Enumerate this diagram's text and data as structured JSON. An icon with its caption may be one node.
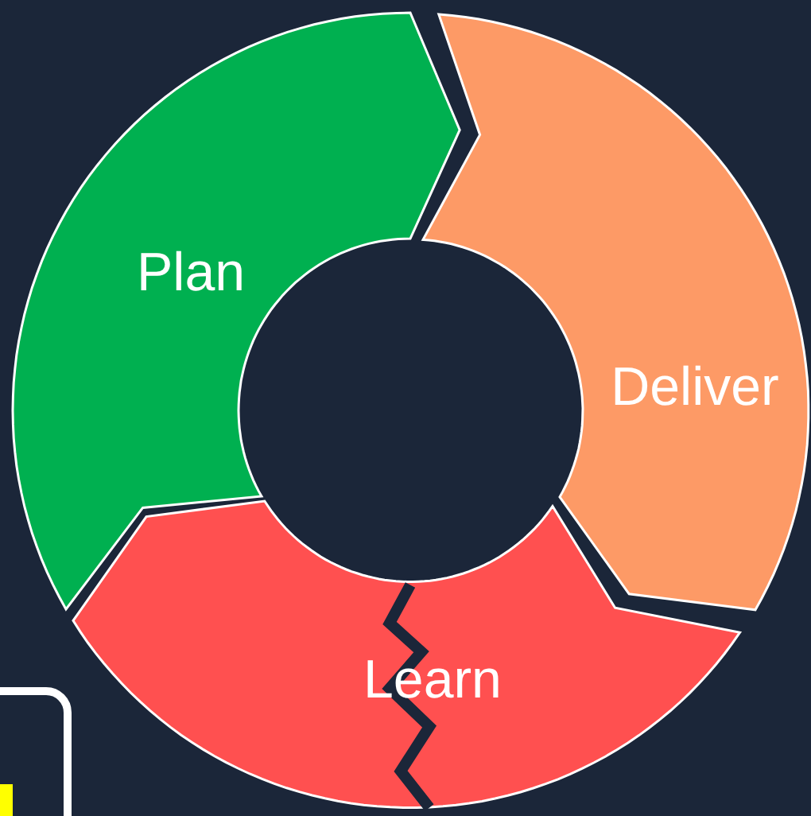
{
  "diagram": {
    "nodes": [
      {
        "text": [
          "Plan"
        ]
      },
      {
        "text": [
          "Deliver"
        ]
      },
      {
        "text": [
          "Learn"
        ]
      }
    ],
    "edges": []
  }
}
